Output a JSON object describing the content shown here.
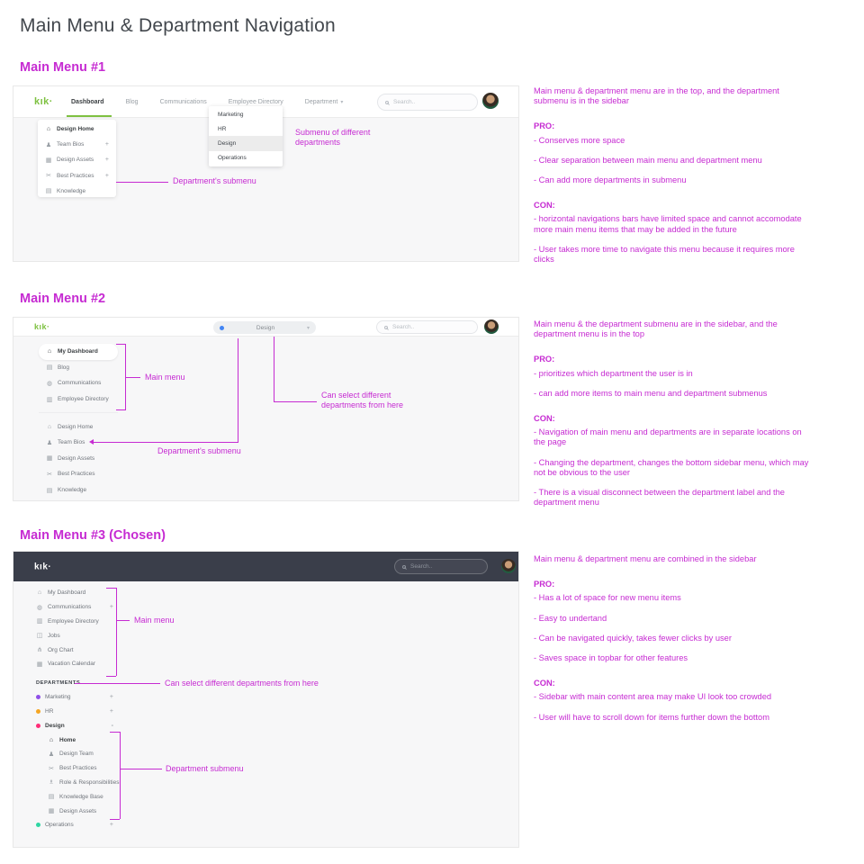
{
  "page": {
    "title": "Main Menu & Department Navigation"
  },
  "colors": {
    "annotation": "#c62bd2",
    "brand_green": "#7ec141",
    "dark_topbar": "#3a3e4a",
    "active_blue": "#4285f4",
    "marketing_dot": "#8f4fe8",
    "hr_dot": "#f5a623",
    "design_dot": "#ff2d78",
    "operations_dot": "#2fd6a3"
  },
  "sections": [
    {
      "heading": "Main Menu #1",
      "mockup": {
        "logo": "kık·",
        "search": "Search..",
        "nav": [
          {
            "label": "Dashboard",
            "active": true
          },
          {
            "label": "Blog"
          },
          {
            "label": "Communications"
          },
          {
            "label": "Employee Directory"
          },
          {
            "label": "Department",
            "caret": "▾"
          }
        ],
        "dropdown": [
          {
            "label": "Marketing"
          },
          {
            "label": "HR"
          },
          {
            "label": "Design",
            "selected": true
          },
          {
            "label": "Operations"
          }
        ],
        "sidebar": [
          {
            "icon": "home",
            "label": "Design Home",
            "bold": true
          },
          {
            "icon": "person",
            "label": "Team Bios",
            "plus": "+"
          },
          {
            "icon": "image",
            "label": "Design Assets",
            "plus": "+"
          },
          {
            "icon": "scissors",
            "label": "Best Practices",
            "plus": "+"
          },
          {
            "icon": "book",
            "label": "Knowledge"
          }
        ],
        "callouts": {
          "dropdown_label": "Submenu of different departments",
          "sidebar_label": "Department's submenu"
        }
      },
      "notes": {
        "intro": "Main menu & department menu are in the top, and the department submenu is in the sidebar",
        "pro_label": "PRO:",
        "pros": [
          "- Conserves more space",
          "- Clear separation between main menu and department menu",
          "- Can add more departments in submenu"
        ],
        "con_label": "CON:",
        "cons": [
          "- horizontal navigations bars have limited space and cannot accomodate more main menu items that may be added in the future",
          "- User takes more time to navigate this menu because it requires more clicks"
        ]
      }
    },
    {
      "heading": "Main Menu #2",
      "mockup": {
        "logo": "kık·",
        "search": "Search..",
        "department_select": {
          "label": "Design",
          "caret": "▾"
        },
        "main_menu": [
          {
            "icon": "home",
            "label": "My Dashboard",
            "bold": true,
            "pill": true
          },
          {
            "icon": "blog",
            "label": "Blog"
          },
          {
            "icon": "chat",
            "label": "Communications"
          },
          {
            "icon": "directory",
            "label": "Employee Directory"
          }
        ],
        "department_submenu": [
          {
            "icon": "home",
            "label": "Design Home"
          },
          {
            "icon": "person",
            "label": "Team Bios"
          },
          {
            "icon": "image",
            "label": "Design Assets"
          },
          {
            "icon": "scissors",
            "label": "Best Practices"
          },
          {
            "icon": "book",
            "label": "Knowledge"
          }
        ],
        "callouts": {
          "main_menu": "Main menu",
          "select_label": "Can select different departments from here",
          "submenu_label": "Department's submenu"
        }
      },
      "notes": {
        "intro": "Main menu & the department submenu are in the sidebar, and the department menu is in the top",
        "pro_label": "PRO:",
        "pros": [
          "- prioritizes which department the user is in",
          "- can add more items to main menu and department submenus"
        ],
        "con_label": "CON:",
        "cons": [
          "- Navigation of main menu and departments are in separate locations on the page",
          "- Changing the department, changes the bottom sidebar menu, which may not be obvious to the user",
          "- There is a visual disconnect between the department label and the department menu"
        ]
      }
    },
    {
      "heading": "Main Menu #3 (Chosen)",
      "mockup": {
        "logo": "kık·",
        "search": "Search..",
        "main_menu": [
          {
            "icon": "home",
            "label": "My Dashboard"
          },
          {
            "icon": "chat",
            "label": "Communications",
            "plus": "+"
          },
          {
            "icon": "directory",
            "label": "Employee Directory"
          },
          {
            "icon": "briefcase",
            "label": "Jobs"
          },
          {
            "icon": "orgchart",
            "label": "Org Chart"
          },
          {
            "icon": "calendar",
            "label": "Vacation Calendar"
          }
        ],
        "departments_label": "DEPARTMENTS",
        "departments_top": [
          {
            "dot": "#8f4fe8",
            "label": "Marketing",
            "plus": "+"
          },
          {
            "dot": "#f5a623",
            "label": "HR",
            "plus": "+"
          },
          {
            "dot": "#ff2d78",
            "label": "Design",
            "plus": "-",
            "bold": true
          }
        ],
        "department_submenu": [
          {
            "icon": "home",
            "label": "Home",
            "bold": true
          },
          {
            "icon": "people",
            "label": "Design Team"
          },
          {
            "icon": "scissors",
            "label": "Best Practices"
          },
          {
            "icon": "role",
            "label": "Role & Responsibilities"
          },
          {
            "icon": "book",
            "label": "Knowledge Base"
          },
          {
            "icon": "image",
            "label": "Design Assets"
          }
        ],
        "departments_bottom": [
          {
            "dot": "#2fd6a3",
            "label": "Operations",
            "plus": "+"
          }
        ],
        "callouts": {
          "main_menu": "Main menu",
          "departments_label": "Can select different departments from here",
          "submenu_label": "Department submenu"
        }
      },
      "notes": {
        "intro": "Main menu & department menu are combined in the sidebar",
        "pro_label": "PRO:",
        "pros": [
          "- Has a lot of space for new menu items",
          "- Easy to undertand",
          "- Can be navigated quickly, takes fewer clicks by user",
          "- Saves space in topbar for other features"
        ],
        "con_label": "CON:",
        "cons": [
          "- Sidebar with main content area may make UI look too crowded",
          "- User will have to scroll down for items further down the bottom"
        ]
      }
    }
  ]
}
